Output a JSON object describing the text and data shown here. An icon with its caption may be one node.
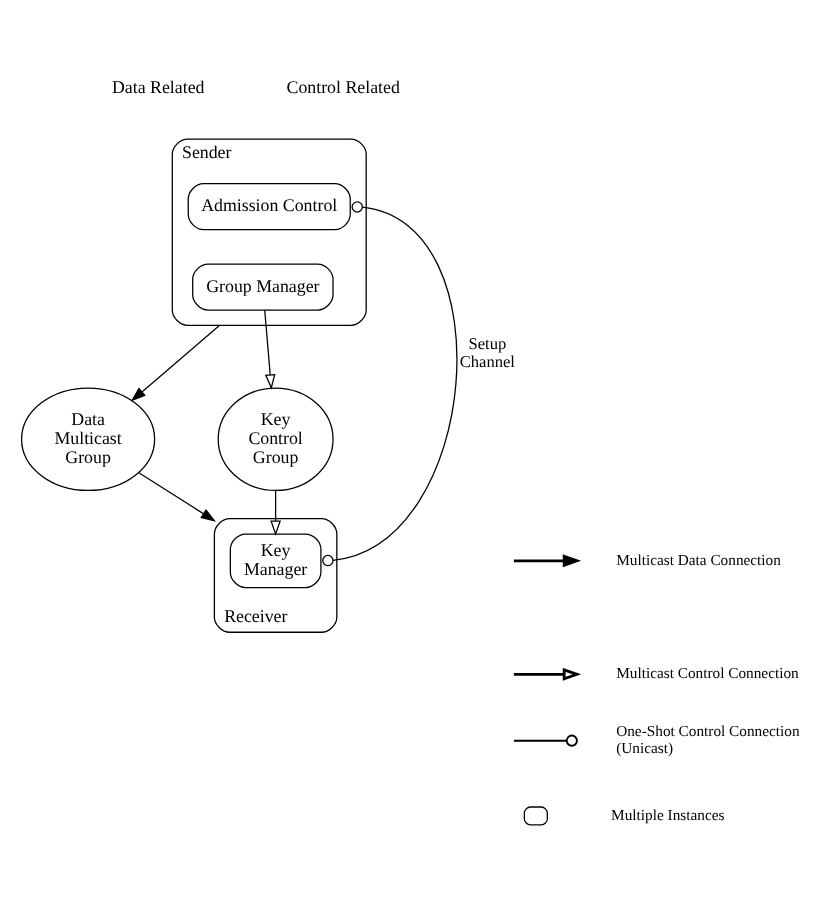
{
  "diagram": {
    "nodes": [
      {
        "text": [
          "Sender"
        ]
      },
      {
        "text": [
          "Admission Control"
        ],
        "in": 0
      },
      {
        "text": [
          "Group Manager"
        ],
        "in": 0
      },
      {
        "text": [
          "Data Multicast Group"
        ]
      },
      {
        "text": [
          "Key Control Group"
        ]
      },
      {
        "text": [
          "Receiver"
        ]
      },
      {
        "text": [
          "Key Manager"
        ],
        "in": 5
      }
    ],
    "edges": [
      {
        "from": 0,
        "to": 3,
        "arrow": "to"
      },
      {
        "from": 2,
        "to": 4,
        "arrow": "to"
      },
      {
        "from": 3,
        "to": 5,
        "arrow": "to"
      },
      {
        "from": 4,
        "to": 6,
        "arrow": "to"
      },
      {
        "from": 1,
        "to": 6,
        "label": "Setup Channel",
        "arrow": "other"
      }
    ],
    "labels": [
      "Data Related",
      "Control Related"
    ],
    "legend": [
      {
        "text": "Multicast Data Connection"
      },
      {
        "text": "Multicast Control Connection"
      },
      {
        "text": "One-Shot Control Connection (Unicast)"
      },
      {
        "text": "Multiple Instances"
      }
    ]
  }
}
